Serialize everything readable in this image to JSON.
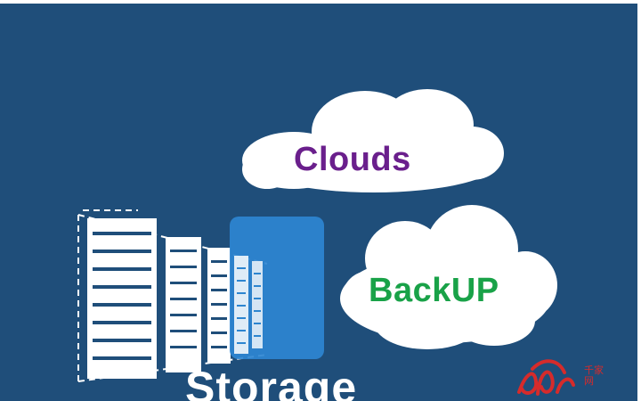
{
  "colors": {
    "background": "#1f4e7a",
    "cloud": "#ffffff",
    "clouds_text": "#6a1f8c",
    "backup_text": "#19a248",
    "storage_text": "#ffffff",
    "storage_box": "#2e86d1",
    "watermark": "#d62b2b"
  },
  "labels": {
    "clouds": "Clouds",
    "backup": "BackUP",
    "storage": "Storage"
  },
  "icons": {
    "servers": "server-rack-icon",
    "storage_box": "storage-block-icon",
    "watermark": "watermark-logo-icon"
  },
  "watermark": {
    "line1": "千家",
    "line2": "网"
  }
}
